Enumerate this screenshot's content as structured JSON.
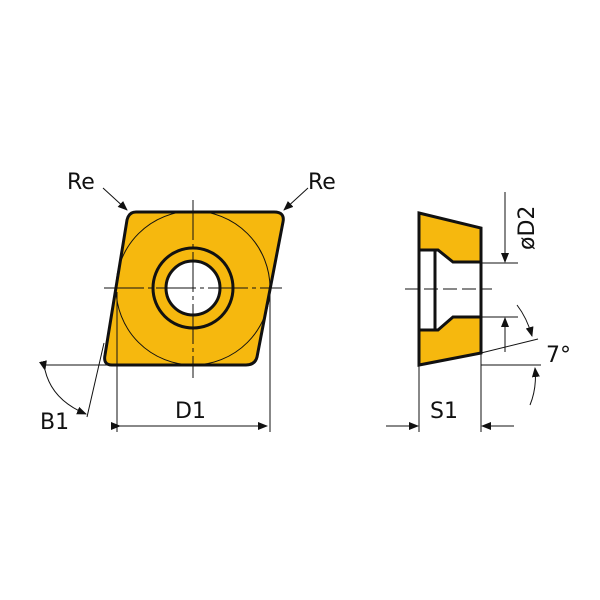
{
  "colors": {
    "insert_fill": "#F6B80E",
    "outline": "#111111",
    "background": "#FFFFFF"
  },
  "labels": {
    "re_left": "Re",
    "re_right": "Re",
    "b1": "B1",
    "d1": "D1",
    "d2": "øD2",
    "s1": "S1",
    "angle": "7°"
  }
}
